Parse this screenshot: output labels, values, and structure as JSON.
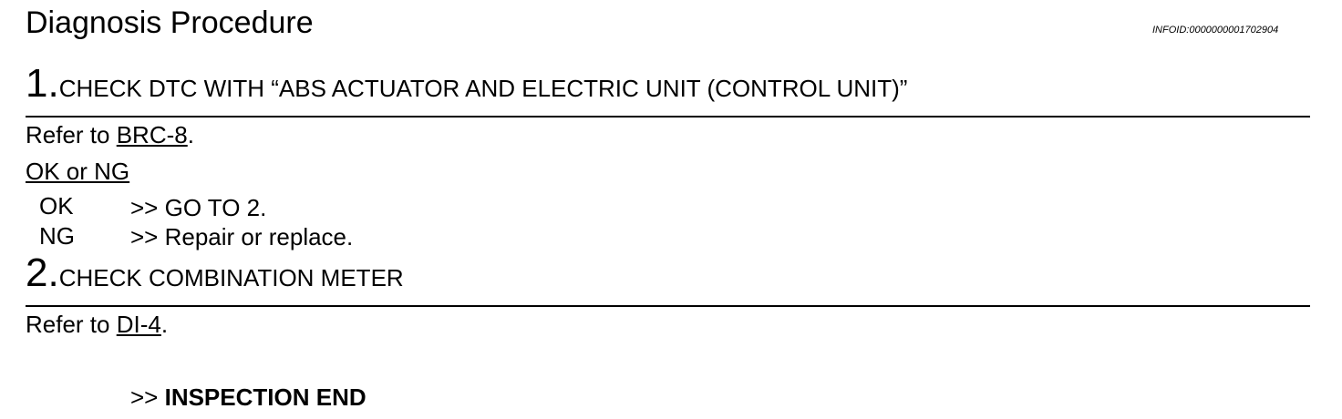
{
  "title": "Diagnosis Procedure",
  "infoid": "INFOID:0000000001702904",
  "step1": {
    "number": "1.",
    "heading": "CHECK DTC WITH “ABS ACTUATOR AND ELECTRIC UNIT (CONTROL UNIT)”",
    "refer_prefix": "Refer to ",
    "refer_link": "BRC-8",
    "refer_suffix": ".",
    "result_label": "OK or NG",
    "options": [
      {
        "label": "OK",
        "action": ">> GO TO 2."
      },
      {
        "label": "NG",
        "action": ">> Repair or replace."
      }
    ]
  },
  "step2": {
    "number": "2.",
    "heading": "CHECK COMBINATION METER",
    "refer_prefix": "Refer to ",
    "refer_link": "DI-4",
    "refer_suffix": ".",
    "end_prefix": ">> ",
    "end_text": "INSPECTION END"
  }
}
